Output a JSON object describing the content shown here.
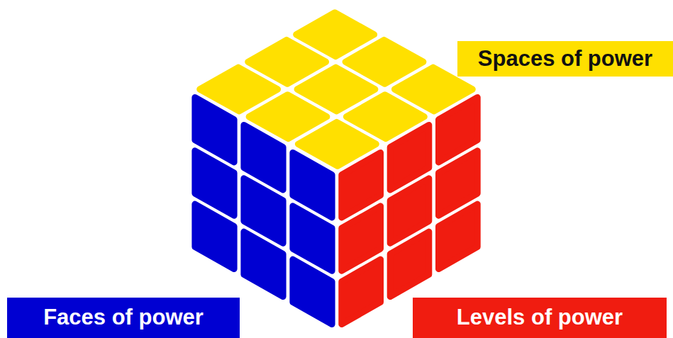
{
  "diagram": {
    "nodes": [
      {
        "text": [
          "Spaces of power"
        ]
      },
      {
        "text": [
          "Faces of power"
        ]
      },
      {
        "text": [
          "Levels of power"
        ]
      }
    ]
  }
}
